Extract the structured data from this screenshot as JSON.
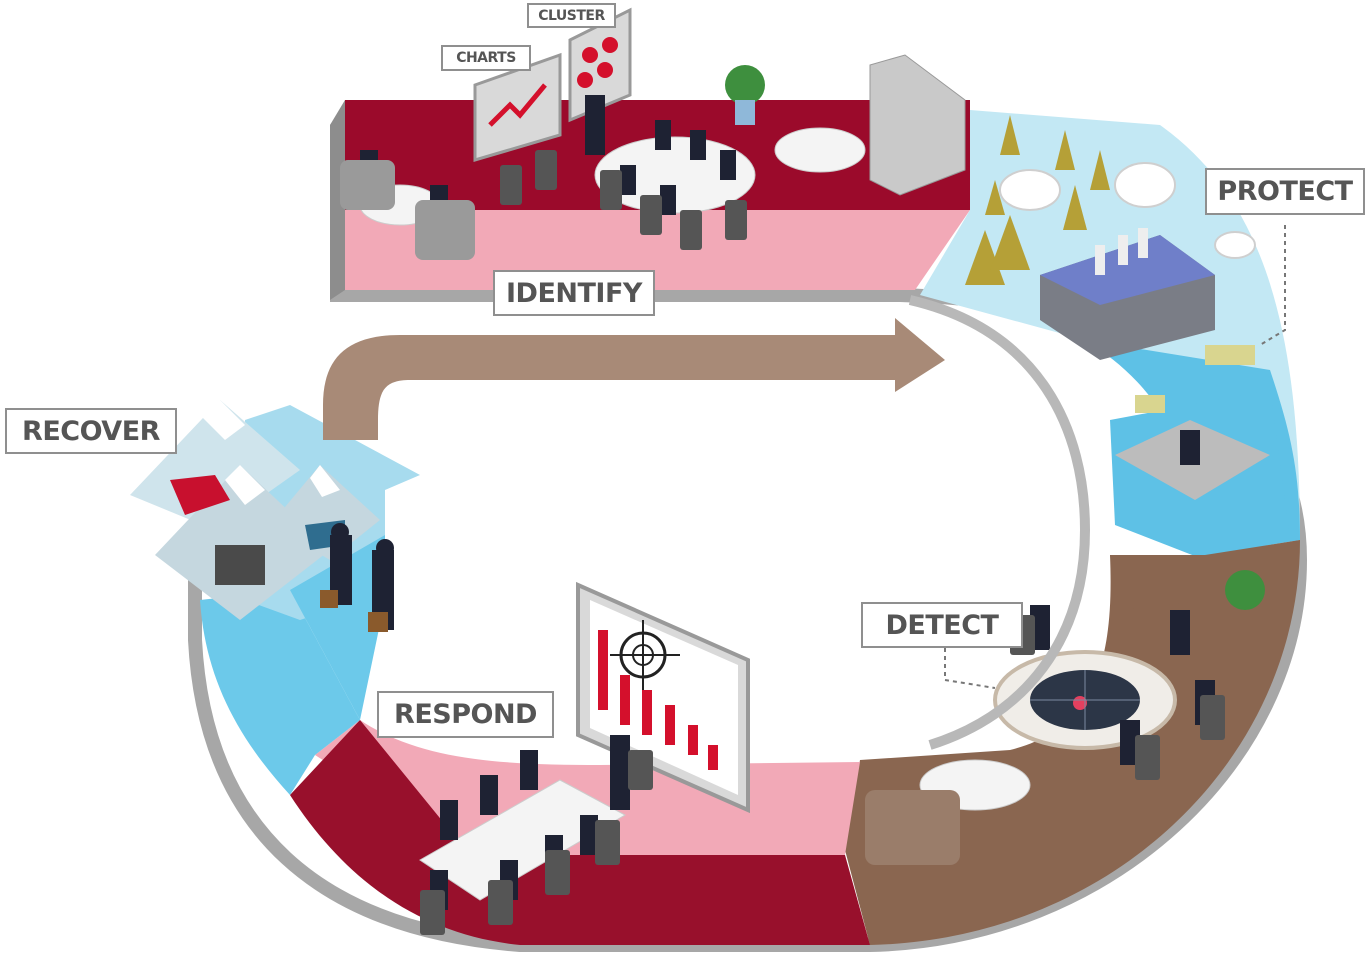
{
  "labels": {
    "cluster": "CLUSTER",
    "charts": "CHARTS",
    "identify": "IDENTIFY",
    "protect": "PROTECT",
    "detect": "DETECT",
    "respond": "RESPOND",
    "recover": "RECOVER"
  },
  "colors": {
    "identify": "#9b0a2b",
    "identify_floor": "#f2a9b7",
    "protect": "#5ec1e6",
    "protect_light": "#c3e8f4",
    "detect": "#8a6650",
    "respond": "#98102c",
    "respond_light": "#f2a9b7",
    "recover": "#6cc9ea",
    "arrow": "#a88a77",
    "rim": "#a7a7a7"
  }
}
